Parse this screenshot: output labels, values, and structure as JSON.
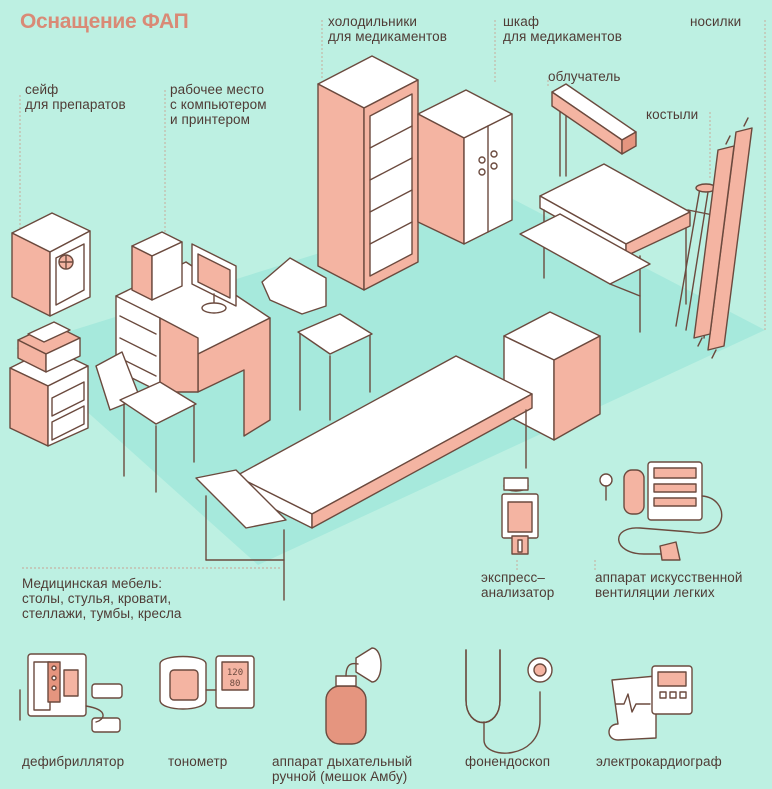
{
  "title": "Оснащение ФАП",
  "labels": {
    "fridge": "холодильники\nдля медикаментов",
    "cabinet": "шкаф\nдля медикаментов",
    "stretcher": "носилки",
    "safe": "сейф\nдля препаратов",
    "workplace": "рабочее место\nс компьютером\nи принтером",
    "irradiator": "облучатель",
    "crutches": "костыли",
    "furniture": "Медицинская мебель:\nстолы, стулья, кровати,\nстеллажи, тумбы, кресла",
    "analyzer": "экспресс–\nанализатор",
    "ventilator": "аппарат искусственной\nвентиляции легких",
    "defibrillator": "дефибриллятор",
    "tonometer": "тонометр",
    "ambu": "аппарат дыхательный\nручной (мешок Амбу)",
    "stethoscope": "фонендоскоп",
    "ecg": "электрокардиограф"
  },
  "colors": {
    "background": "#bdf0e2",
    "floor": "#a6e9dc",
    "accent": "#f4b4a2",
    "accent_dark": "#e5957f",
    "outline": "#6b4a3e",
    "title": "#d98a76",
    "text": "#4f3b35"
  },
  "tonometer_display": {
    "top": "120",
    "bottom": "80"
  }
}
